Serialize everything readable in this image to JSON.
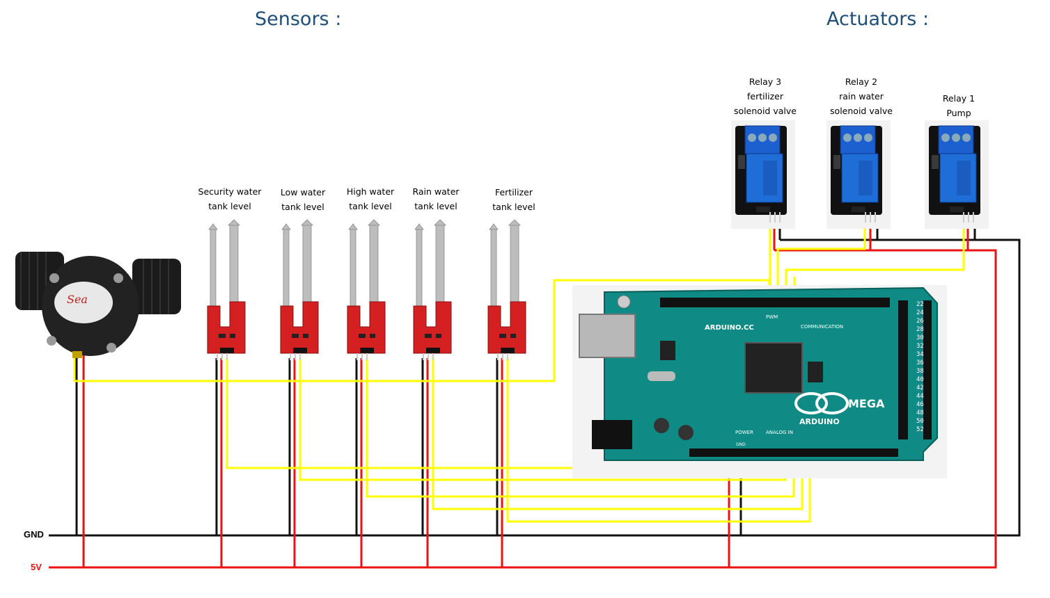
{
  "headings": {
    "sensors": "Sensors :",
    "actuators": "Actuators :"
  },
  "sensors": [
    {
      "line1": "Security water",
      "line2": "tank level"
    },
    {
      "line1": "Low water",
      "line2": "tank level"
    },
    {
      "line1": "High water",
      "line2": "tank level"
    },
    {
      "line1": "Rain water",
      "line2": "tank level"
    },
    {
      "line1": "Fertilizer",
      "line2": "tank level"
    }
  ],
  "relays": [
    {
      "line1": "Relay 3",
      "line2": "fertilizer",
      "line3": "solenoid valve"
    },
    {
      "line1": "Relay 2",
      "line2": "rain water",
      "line3": "solenoid valve"
    },
    {
      "line1": "Relay 1",
      "line2": "Pump"
    }
  ],
  "rails": {
    "gnd": "GND",
    "vcc": "5V"
  },
  "board": {
    "brand": "ARDUINO.CC",
    "model": "MEGA",
    "name": "ARDUINO",
    "power": "POWER",
    "analog": "ANALOG IN",
    "comm": "COMMUNICATION",
    "pwm": "PWM",
    "gnd_pin": "GND"
  },
  "flow_sensor": {
    "brand": "Sea"
  },
  "colors": {
    "wire_signal": "#ffff00",
    "wire_vcc": "#ee1111",
    "wire_gnd": "#111111",
    "board": "#0f8a84",
    "heading": "#1f4e79",
    "probe": "#d42020",
    "relay_blue": "#1b5fd0"
  }
}
